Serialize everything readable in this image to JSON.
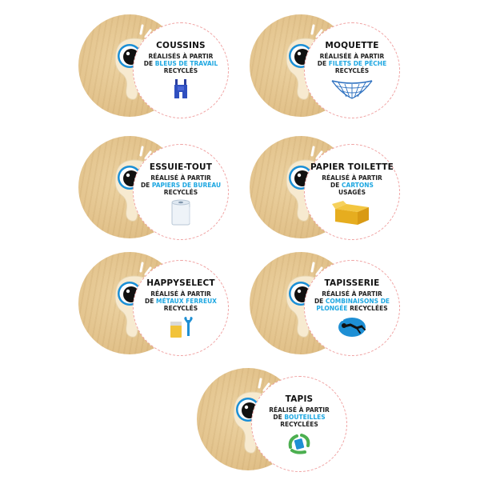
{
  "colors": {
    "wood": "#e2c28b",
    "highlight": "#1ea7e1",
    "outline": "#f0a2a2"
  },
  "badges": [
    {
      "title": "COUSSINS",
      "l1": "RÉALISÉS À PARTIR",
      "l2_prefix": "DE ",
      "l2_hl": "BLEUS DE TRAVAIL",
      "l3_prefix": "",
      "l3_hl": "",
      "l4": "RECYCLÉS",
      "icon": "overalls-icon"
    },
    {
      "title": "MOQUETTE",
      "l1": "RÉALISÉE À PARTIR",
      "l2_prefix": "DE ",
      "l2_hl": "FILETS DE PÊCHE",
      "l3_prefix": "",
      "l3_hl": "",
      "l4": "RECYCLÉS",
      "icon": "fishing-net-icon"
    },
    {
      "title": "ESSUIE-TOUT",
      "l1": "RÉALISÉ À PARTIR",
      "l2_prefix": "DE ",
      "l2_hl": "PAPIERS DE BUREAU",
      "l3_prefix": "",
      "l3_hl": "",
      "l4": "RECYCLÉS",
      "icon": "paper-roll-icon"
    },
    {
      "title": "PAPIER TOILETTE",
      "l1": "RÉALISÉ À PARTIR",
      "l2_prefix": "DE ",
      "l2_hl": "CARTONS",
      "l3_prefix": "",
      "l3_hl": "",
      "l4": "USAGÉS",
      "icon": "cardboard-box-icon"
    },
    {
      "title": "HAPPYSELECT",
      "l1": "RÉALISÉ À PARTIR",
      "l2_prefix": "DE ",
      "l2_hl": "MÉTAUX FERREUX",
      "l3_prefix": "",
      "l3_hl": "",
      "l4": "RECYCLÉS",
      "icon": "tools-icon"
    },
    {
      "title": "TAPISSERIE",
      "l1": "RÉALISÉ À PARTIR",
      "l2_prefix": "DE ",
      "l2_hl": "COMBINAISONS DE",
      "l3_prefix": "",
      "l3_hl": "PLONGÉE",
      "l4": "RECYCLÉES",
      "icon": "diver-icon"
    },
    {
      "title": "TAPIS",
      "l1": "RÉALISÉ À PARTIR",
      "l2_prefix": "DE ",
      "l2_hl": "BOUTEILLES",
      "l3_prefix": "",
      "l3_hl": "",
      "l4": "RECYCLÉES",
      "icon": "recycle-icon"
    }
  ]
}
